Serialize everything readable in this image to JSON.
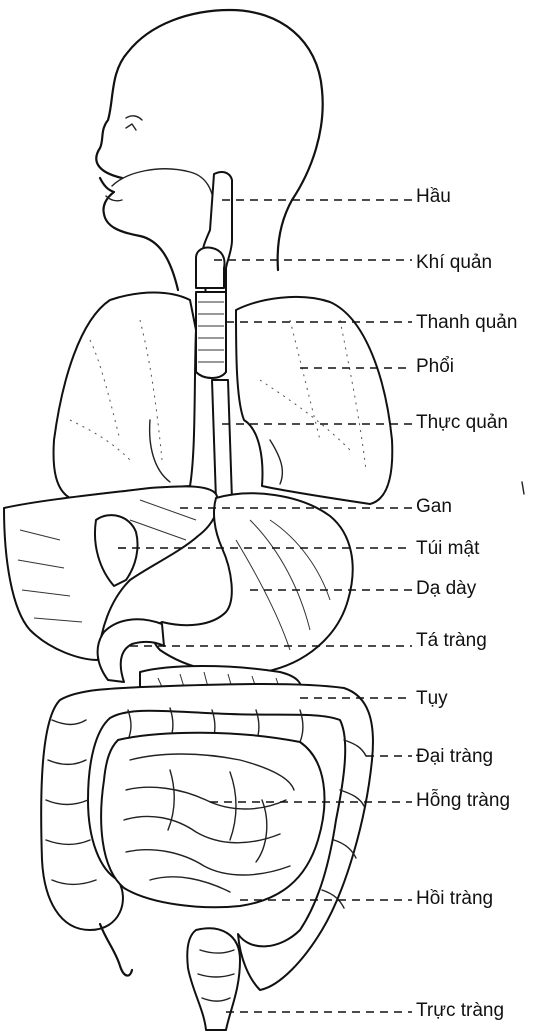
{
  "labels": [
    {
      "id": "hau",
      "text": "Hầu"
    },
    {
      "id": "khi-quan",
      "text": "Khí quản"
    },
    {
      "id": "thanh-quan",
      "text": "Thanh quản"
    },
    {
      "id": "phoi",
      "text": "Phổi"
    },
    {
      "id": "thuc-quan",
      "text": "Thực quản"
    },
    {
      "id": "gan",
      "text": "Gan"
    },
    {
      "id": "tui-mat",
      "text": "Túi mật"
    },
    {
      "id": "da-day",
      "text": "Dạ dày"
    },
    {
      "id": "ta-trang",
      "text": "Tá tràng"
    },
    {
      "id": "tuy",
      "text": "Tụy"
    },
    {
      "id": "dai-trang",
      "text": "Đại tràng"
    },
    {
      "id": "hong-trang",
      "text": "Hỗng tràng"
    },
    {
      "id": "hoi-trang",
      "text": "Hồi tràng"
    },
    {
      "id": "truc-trang",
      "text": "Trực tràng"
    }
  ]
}
